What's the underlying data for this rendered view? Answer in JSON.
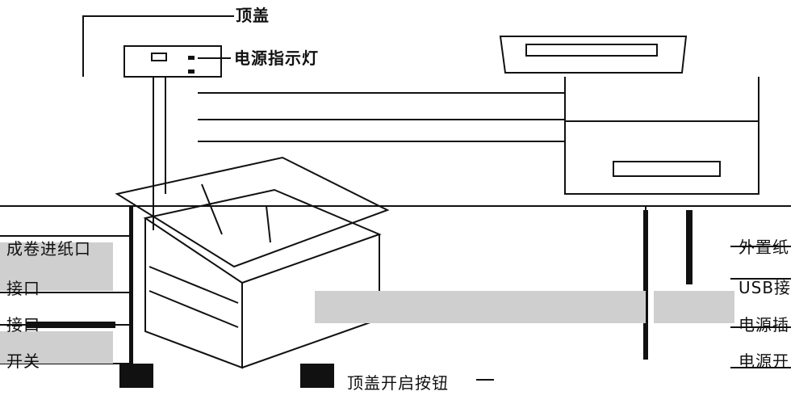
{
  "labels": {
    "top_cover": "顶盖",
    "power_indicator": "电源指示灯",
    "roll_feed_port": "成卷进纸口",
    "port_1": "接口",
    "port_2": "接口",
    "switch": "开关",
    "top_cover_open_button": "顶盖开启按钮",
    "right_1": "外置纸",
    "usb_port": "USB接",
    "power_port": "电源插",
    "power_switch": "电源开"
  }
}
